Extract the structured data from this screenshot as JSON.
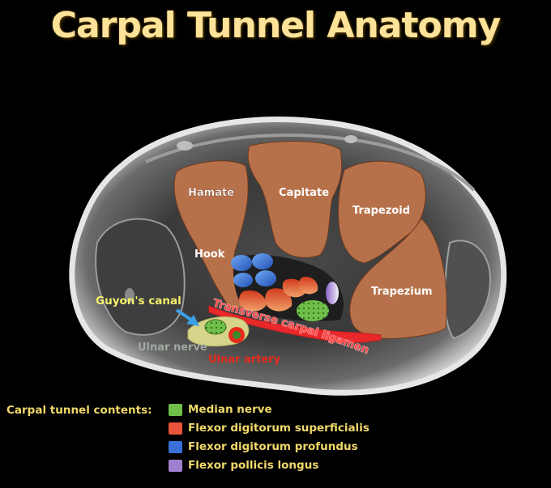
{
  "title": "Carpal Tunnel Anatomy",
  "labels": {
    "hamate": "Hamate",
    "capitate": "Capitate",
    "trapezoid": "Trapezoid",
    "trapezium": "Trapezium",
    "hook": "Hook",
    "guyons_canal": "Guyon's canal",
    "ulnar_nerve": "Ulnar nerve",
    "ulnar_artery": "Ulnar artery",
    "transverse_carpal_ligament": "Transverse carpal ligament"
  },
  "legend": {
    "heading": "Carpal tunnel contents:",
    "items": [
      {
        "label": "Median nerve",
        "color": "#6fbf4a"
      },
      {
        "label": "Flexor digitorum superficialis",
        "color": "#e8543a"
      },
      {
        "label": "Flexor digitorum profundus",
        "color": "#3a6fd8"
      },
      {
        "label": "Flexor pollicis longus",
        "color": "#a07fd0"
      }
    ]
  },
  "colors": {
    "bone": "#b7714a",
    "ligament": "#e8282a",
    "title": "#fde39a",
    "legend_text": "#f0d86a",
    "guyon_label": "#f4f06a",
    "arrow": "#3aa0e8",
    "ulnar_nerve_region": "#d6d48a",
    "ulnar_artery": "#e82a1a"
  }
}
